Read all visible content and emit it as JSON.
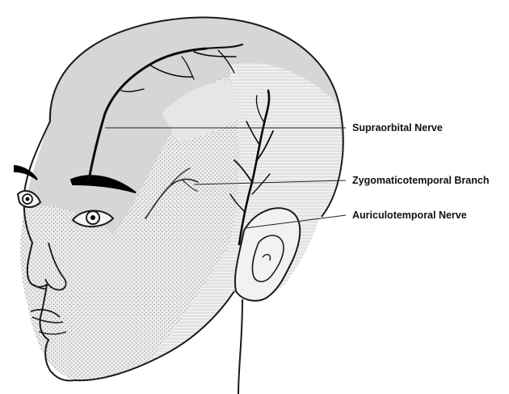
{
  "labels": {
    "supraorbital": "Supraorbital Nerve",
    "zygomaticotemporal": "Zygomaticotemporal Branch",
    "auriculotemporal": "Auriculotemporal Nerve"
  },
  "colors": {
    "background": "#ffffff",
    "outline": "#1a1a1a",
    "skin_shading": "#d9d9d9",
    "stipple_region": "#ebebeb",
    "nerve": "#0a0a0a",
    "leader_line": "#222222"
  },
  "icons": [
    "head-outline",
    "ear",
    "eye-left",
    "eye-right",
    "eyebrow",
    "nose",
    "mouth"
  ]
}
